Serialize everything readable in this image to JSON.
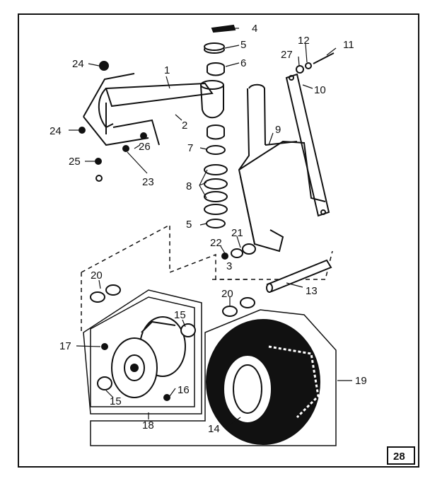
{
  "diagram": {
    "page_number": "28",
    "callouts": [
      "1",
      "2",
      "4",
      "5",
      "6",
      "7",
      "8",
      "5",
      "9",
      "10",
      "11",
      "12",
      "27",
      "24",
      "24",
      "25",
      "26",
      "23",
      "22",
      "3",
      "21",
      "20",
      "20",
      "13",
      "15",
      "17",
      "15",
      "16",
      "18",
      "14",
      "19"
    ]
  }
}
